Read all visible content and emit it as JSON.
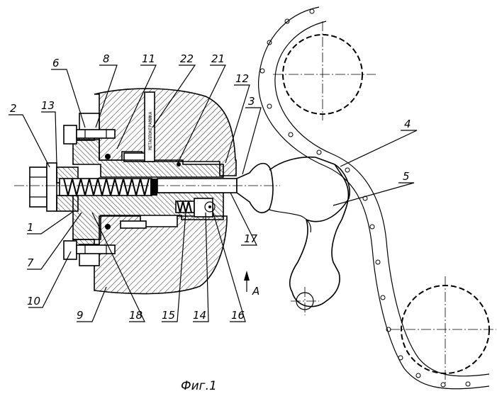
{
  "figure": {
    "caption": "Фиг.1",
    "view_arrow_label": "A",
    "stamp_text": "МЕТАЛЛОКЕРАМИКА",
    "part_labels": [
      {
        "id": "p2",
        "text": "2"
      },
      {
        "id": "p13",
        "text": "13"
      },
      {
        "id": "p6",
        "text": "6"
      },
      {
        "id": "p8",
        "text": "8"
      },
      {
        "id": "p11",
        "text": "11"
      },
      {
        "id": "p22",
        "text": "22"
      },
      {
        "id": "p21",
        "text": "21"
      },
      {
        "id": "p12",
        "text": "12"
      },
      {
        "id": "p3",
        "text": "3"
      },
      {
        "id": "p4",
        "text": "4"
      },
      {
        "id": "p5",
        "text": "5"
      },
      {
        "id": "p1",
        "text": "1"
      },
      {
        "id": "p7",
        "text": "7"
      },
      {
        "id": "p10",
        "text": "10"
      },
      {
        "id": "p9",
        "text": "9"
      },
      {
        "id": "p18",
        "text": "18"
      },
      {
        "id": "p15",
        "text": "15"
      },
      {
        "id": "p14",
        "text": "14"
      },
      {
        "id": "p16",
        "text": "16"
      },
      {
        "id": "p17",
        "text": "17"
      }
    ]
  }
}
